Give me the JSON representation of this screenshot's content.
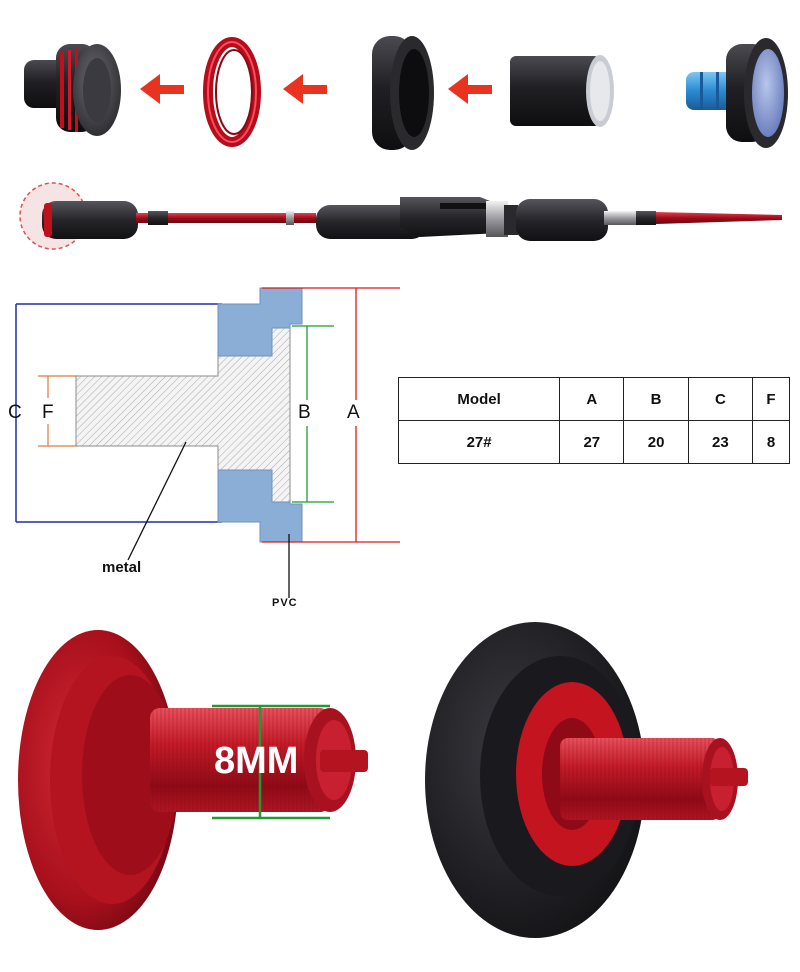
{
  "diagram": {
    "labels": {
      "c": "C",
      "f": "F",
      "b": "B",
      "a": "A",
      "metal": "metal",
      "pvc": "PVC"
    }
  },
  "spec_table": {
    "headers": [
      "Model",
      "A",
      "B",
      "C",
      "F"
    ],
    "row": [
      "27#",
      "27",
      "20",
      "23",
      "8"
    ]
  },
  "photo": {
    "size_label": "8MM"
  },
  "colors": {
    "accent_red": "#c0101e",
    "rubber_black": "#1e1e22",
    "pvc_blue": "#8aaed6",
    "blue_anodized": "#2a8ad0",
    "dimension_blue": "#1e2ea8",
    "dimension_red": "#e01818",
    "dimension_green": "#1f9a35",
    "arrow_red": "#e8341f"
  }
}
